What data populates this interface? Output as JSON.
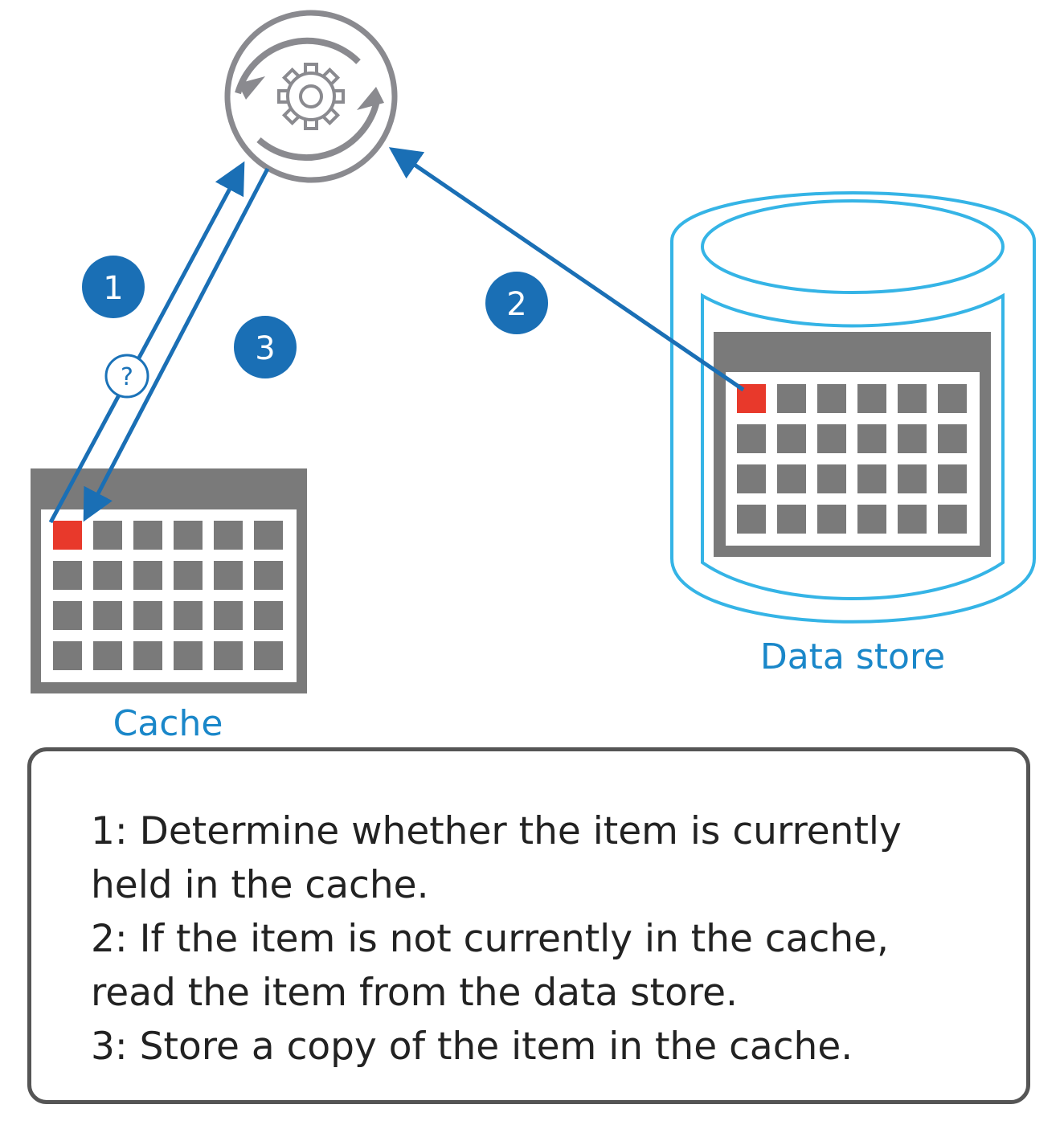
{
  "nodes": {
    "service": {
      "icon": "gear-refresh-icon"
    },
    "cache": {
      "label": "Cache",
      "highlight_cell": "first"
    },
    "data_store": {
      "label": "Data store",
      "highlight_cell": "first"
    }
  },
  "steps": [
    {
      "number": "1"
    },
    {
      "number": "2"
    },
    {
      "number": "3"
    }
  ],
  "query_marker": "?",
  "notes": [
    "1: Determine whether the item is currently held in the cache.",
    "2: If the item is not currently in the cache, read the item from the data store.",
    "3: Store a copy of the item in the cache."
  ],
  "colors": {
    "arrow": "#1a6fb5",
    "badge": "#1a6fb5",
    "label": "#1a87c9",
    "cylinder": "#35b4e6",
    "grid": "#7a7a7a",
    "highlight": "#e8392b",
    "service_ring": "#8a8a8f"
  }
}
